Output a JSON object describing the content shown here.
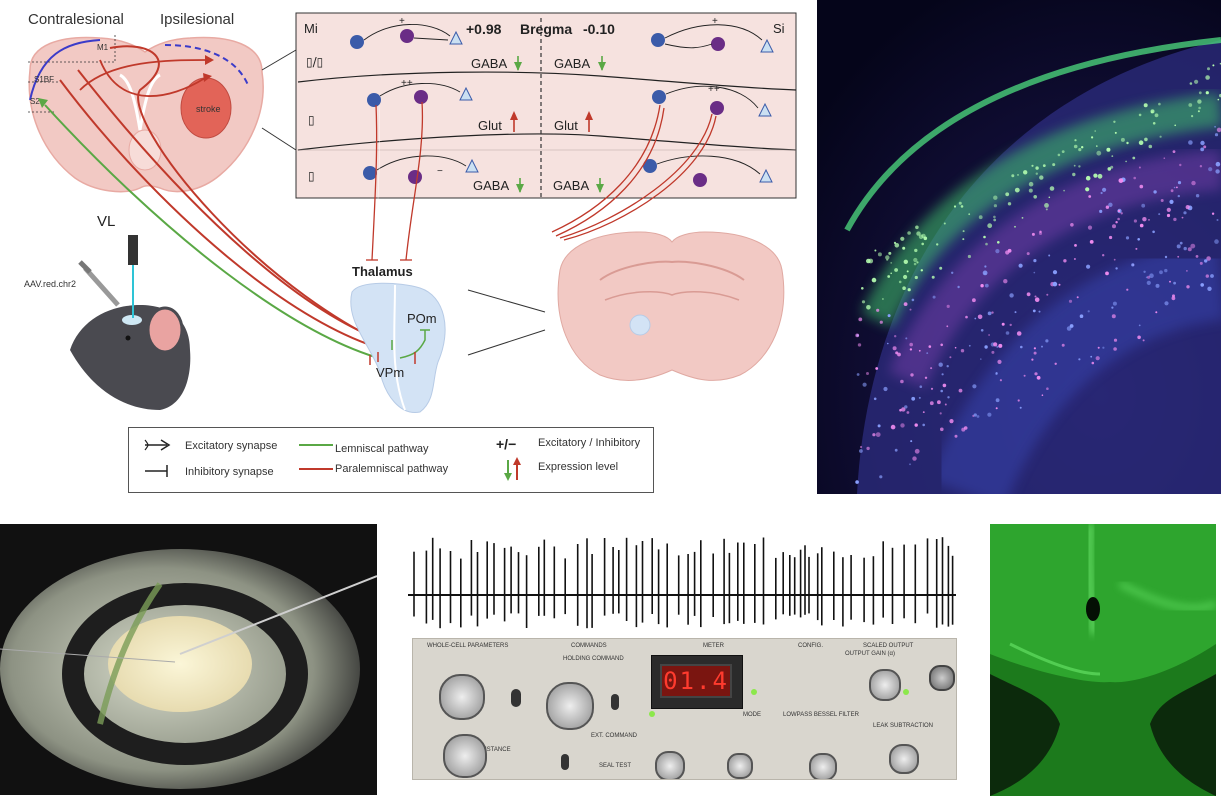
{
  "diagram": {
    "hemispheres": {
      "left": "Contralesional",
      "right": "Ipsilesional"
    },
    "regions": {
      "m1": "M1",
      "s1bf": "S1BF",
      "s2": "S2",
      "stroke": "stroke"
    },
    "vl": "VL",
    "virus": "AAV.red.chr2",
    "thalamus": "Thalamus",
    "pom": "POm",
    "vpm": "VPm",
    "circuit_box": {
      "mi": "Mi",
      "si": "Si",
      "bregma_pos": "+0.98",
      "bregma_label": "Bregma",
      "bregma_neg": "-0.10",
      "layer_top": "▯/▯",
      "layer_mid": "▯",
      "layer_bot": "▯",
      "gaba": "GABA",
      "glut": "Glut",
      "plus": "+",
      "plusplus": "++",
      "minus": "−"
    },
    "legend": {
      "excitatory": "Excitatory synapse",
      "inhibitory": "Inhibitory synapse",
      "lemniscal": "Lemniscal pathway",
      "paralemniscal": "Paralemniscal pathway",
      "plusminus_symbol": "+/−",
      "plusminus_text": "Excitatory / Inhibitory",
      "expression": "Expression level"
    },
    "colors": {
      "lemniscal": "#5aa845",
      "paralemniscal": "#c0392b",
      "excitatory_neuron": "#3b5ba9",
      "inhibitory_neuron": "#6a2d86",
      "box_bg": "#f6e2df"
    }
  },
  "amplifier": {
    "display": "01.4",
    "sections": [
      "WHOLE-CELL PARAMETERS",
      "COMMANDS",
      "METER",
      "CONFIG.",
      "SCALED OUTPUT",
      "MODE",
      "LOWPASS BESSEL FILTER"
    ],
    "labels": {
      "holding": "HOLDING COMMAND",
      "output_gain": "OUTPUT GAIN (α)",
      "series": "SERIES RESISTANCE",
      "ext": "EXT. COMMAND",
      "seal": "SEAL TEST",
      "leak": "LEAK SUBTRACTION"
    }
  }
}
